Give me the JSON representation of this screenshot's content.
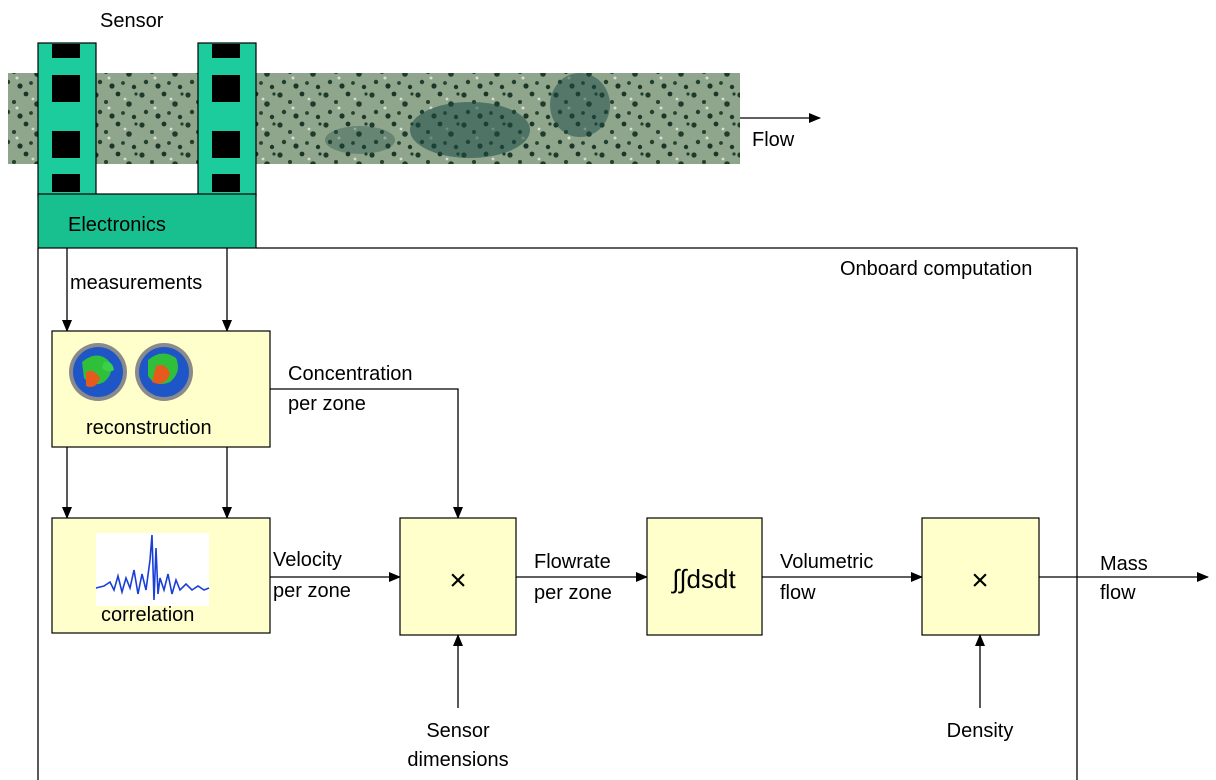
{
  "sensor": {
    "title": "Sensor",
    "electronics_label": "Electronics",
    "colors": {
      "sensor": "#1ccc9c",
      "electronics": "#18c08f",
      "pipe": "#4d6a55"
    }
  },
  "flow_label": "Flow",
  "onboard_label": "Onboard computation",
  "measurements_label": "measurements",
  "reconstruction": {
    "label": "reconstruction"
  },
  "correlation": {
    "label": "correlation"
  },
  "concentration": {
    "line1": "Concentration",
    "line2": "per zone"
  },
  "velocity": {
    "line1": "Velocity",
    "line2": "per zone"
  },
  "multiply1": {
    "symbol": "×"
  },
  "flowrate": {
    "line1": "Flowrate",
    "line2": "per zone"
  },
  "integral": {
    "label": "∫∫dsdt"
  },
  "volumetric": {
    "line1": "Volumetric",
    "line2": "flow"
  },
  "multiply2": {
    "symbol": "×"
  },
  "mass": {
    "line1": "Mass",
    "line2": "flow"
  },
  "sensor_dims": {
    "line1": "Sensor",
    "line2": "dimensions"
  },
  "density": {
    "label": "Density"
  },
  "colors": {
    "block_fill": "#ffffcc",
    "correlation_trace": "#1a3fd8"
  }
}
